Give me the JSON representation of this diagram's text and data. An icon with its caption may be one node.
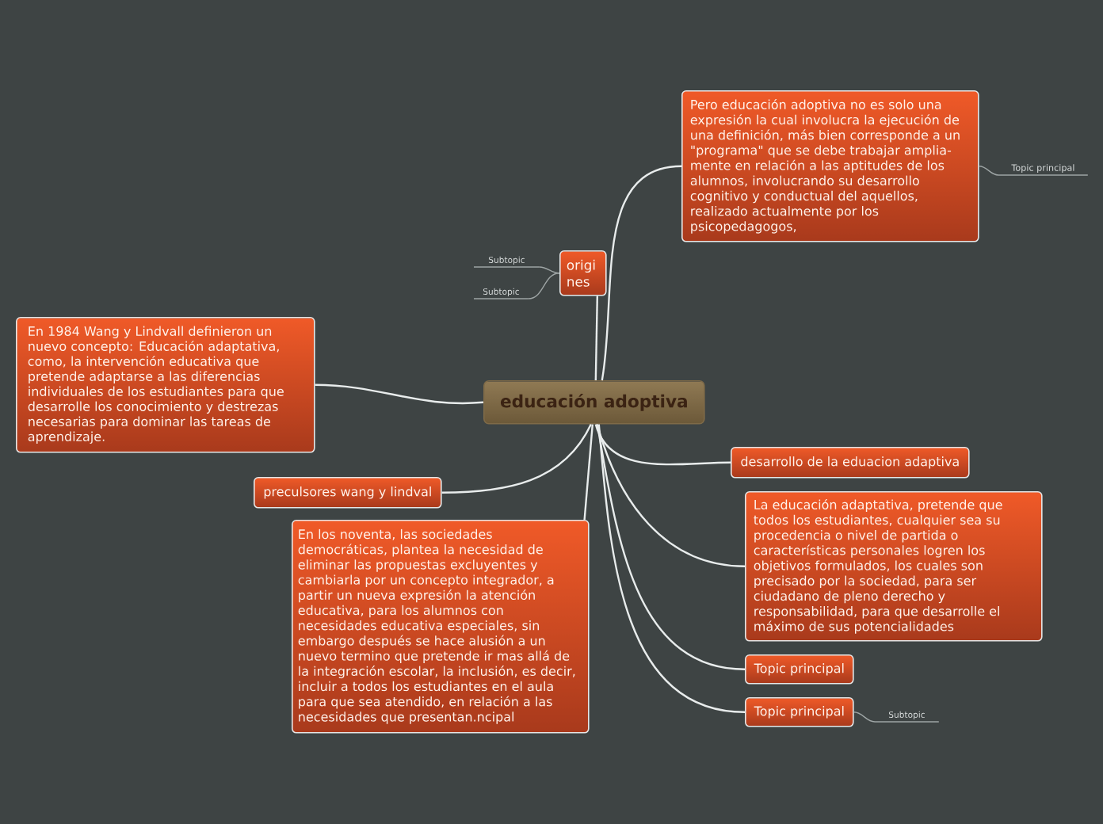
{
  "diagram": {
    "nodes": [
      {
        "text": [
          "educación adoptiva"
        ]
      },
      {
        "text": [
          "Pero educación adoptiva no es solo una expresión la cual involucra la ejecución de una definición, más bien corresponde a un \"programa\" que se debe trabajar amplia- mente en relación a las aptitudes de los alumnos, involucrando su desarrollo cognitivo y conductual del aquellos, realizado actualmente por los psicopedagogos,"
        ]
      },
      {
        "text": [
          "Topic principal"
        ]
      },
      {
        "text": [
          "origi nes"
        ]
      },
      {
        "text": [
          "Subtopic"
        ]
      },
      {
        "text": [
          "Subtopic"
        ]
      },
      {
        "text": [
          "En 1984 Wang y Lindvall definieron un nuevo concepto: Educación adaptativa, como, la intervención educativa que pretende adaptarse a las diferencias individuales de los estudiantes para que desarrolle los conocimiento y destrezas necesarias para dominar las tareas de aprendizaje."
        ]
      },
      {
        "text": [
          "preculsores wang y lindval"
        ]
      },
      {
        "text": [
          "En los noventa, las sociedades democráticas, plantea la necesidad de eliminar las propuestas excluyentes y cambiarla por un concepto integrador, a partir un nueva expresión la atención educativa, para los alumnos con necesidades educativa especiales, sin embargo después se hace alusión a un nuevo termino que pretende ir mas allá de la integración escolar, la inclusión, es decir, incluir a todos los estudiantes en el aula para que sea atendido, en relación a las necesidades que presentan.ncipal"
        ]
      },
      {
        "text": [
          "desarrollo de la eduacion adaptiva"
        ]
      },
      {
        "text": [
          "La educación adaptativa, pretende que todos los estudiantes, cualquier sea su procedencia o nivel de partida o características personales logren los objetivos formulados, los cuales son precisado por la sociedad, para ser ciudadano de pleno derecho y responsabilidad, para que desarrolle el máximo de sus potencialidades"
        ]
      },
      {
        "text": [
          "Topic principal"
        ]
      },
      {
        "text": [
          "Topic principal"
        ]
      },
      {
        "text": [
          "Subtopic"
        ]
      }
    ],
    "edges": [
      {
        "from": 0,
        "to": 1,
        "arrow": "none"
      },
      {
        "from": 1,
        "to": 2,
        "arrow": "none",
        "color": "#9ea5a5"
      },
      {
        "from": 0,
        "to": 3,
        "arrow": "none"
      },
      {
        "from": 3,
        "to": 4,
        "arrow": "none",
        "color": "#9ea5a5"
      },
      {
        "from": 3,
        "to": 5,
        "arrow": "none",
        "color": "#9ea5a5"
      },
      {
        "from": 0,
        "to": 6,
        "arrow": "none"
      },
      {
        "from": 0,
        "to": 7,
        "arrow": "none"
      },
      {
        "from": 0,
        "to": 8,
        "arrow": "none"
      },
      {
        "from": 0,
        "to": 9,
        "arrow": "none"
      },
      {
        "from": 0,
        "to": 10,
        "arrow": "none"
      },
      {
        "from": 0,
        "to": 11,
        "arrow": "none"
      },
      {
        "from": 0,
        "to": 12,
        "arrow": "none"
      },
      {
        "from": 12,
        "to": 13,
        "arrow": "none",
        "color": "#9ea5a5"
      }
    ]
  }
}
